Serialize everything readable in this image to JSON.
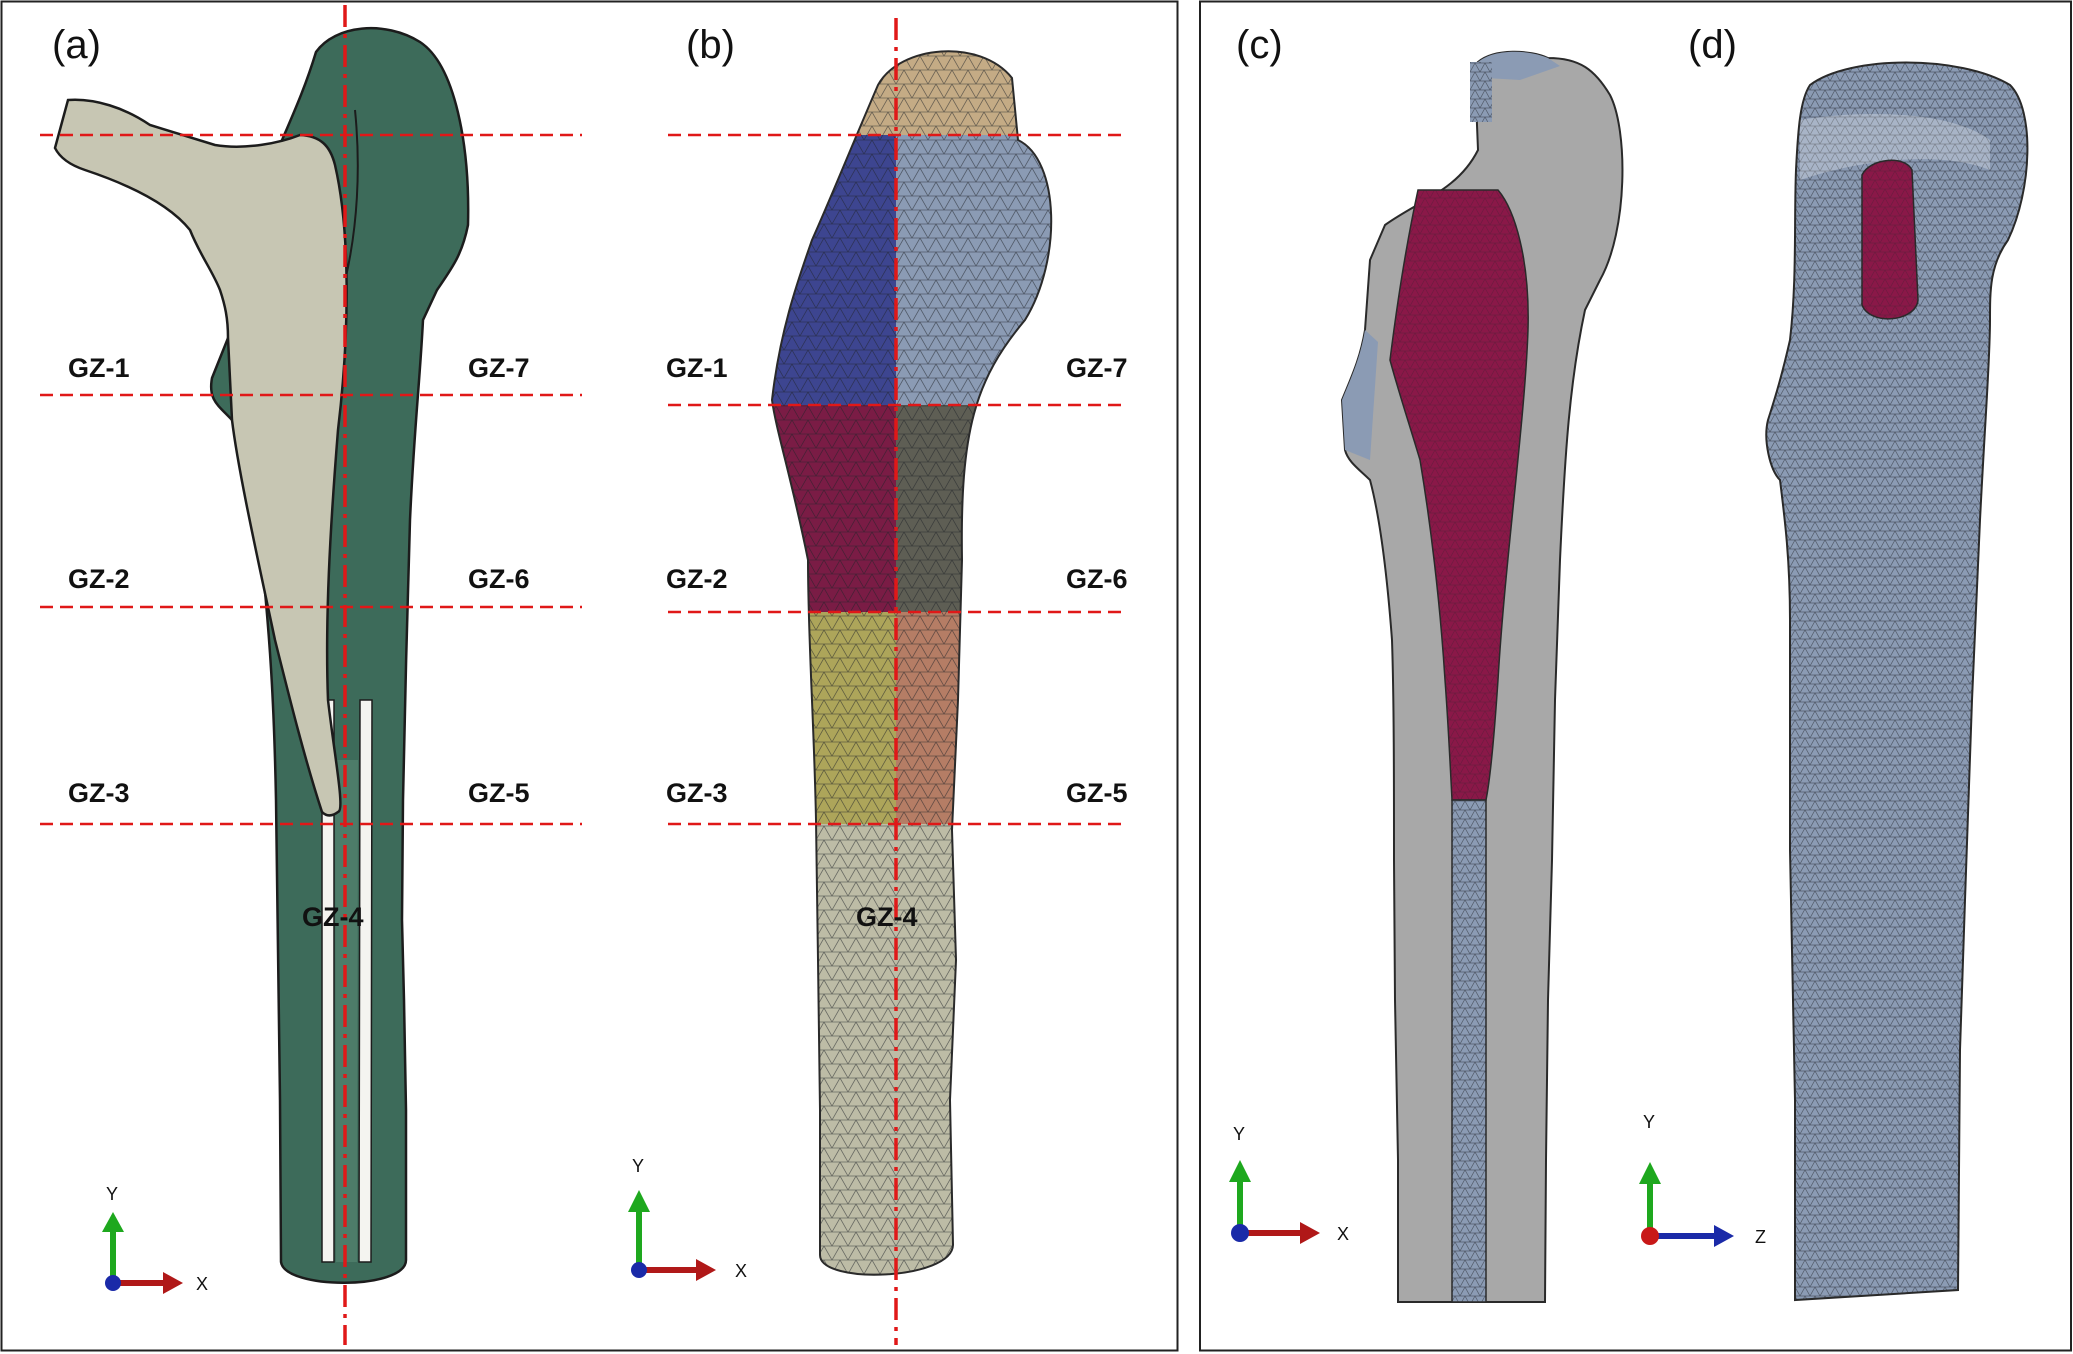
{
  "panels": [
    {
      "id": "a",
      "label": "(a)"
    },
    {
      "id": "b",
      "label": "(b)"
    },
    {
      "id": "c",
      "label": "(c)"
    },
    {
      "id": "d",
      "label": "(d)"
    }
  ],
  "zones": {
    "gz1": "GZ-1",
    "gz2": "GZ-2",
    "gz3": "GZ-3",
    "gz4": "GZ-4",
    "gz5": "GZ-5",
    "gz6": "GZ-6",
    "gz7": "GZ-7"
  },
  "triads": {
    "a": {
      "up": "Y",
      "right": "X"
    },
    "b": {
      "up": "Y",
      "right": "X"
    },
    "c": {
      "up": "Y",
      "right": "X"
    },
    "d": {
      "up": "Y",
      "right": "Z"
    }
  },
  "colors": {
    "bone_green": "#3d6b5a",
    "implant_beige": "#c7c6b3",
    "cut_lines": "#e01818",
    "mesh_blue": "#8b9bb4",
    "mesh_purple": "#3d4590",
    "mesh_magenta": "#7a1c45",
    "mesh_olive": "#ada55a",
    "mesh_salmon": "#b57d65",
    "mesh_dark": "#5e5e54",
    "mesh_tan": "#c4ab85",
    "mesh_shaft": "#bdbca6",
    "section_grey": "#a8a8a8",
    "stem_red": "#8a1848"
  }
}
